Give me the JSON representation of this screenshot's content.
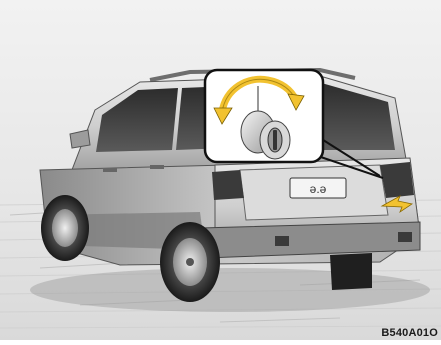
{
  "illustration": {
    "subject": "suv-rear-view-tailgate-key-lock",
    "figure_code": "B540A01O",
    "rear_plate_text": "ǝ.ə",
    "colors": {
      "accent_arrow": "#f2c230",
      "inset_border": "#111111",
      "body_paint": "#d7d7d7",
      "background_wall": "#e9e9e9"
    },
    "icons": [
      "key-cylinder-icon",
      "rotate-arrow-icon",
      "pointer-arrow-icon"
    ]
  }
}
